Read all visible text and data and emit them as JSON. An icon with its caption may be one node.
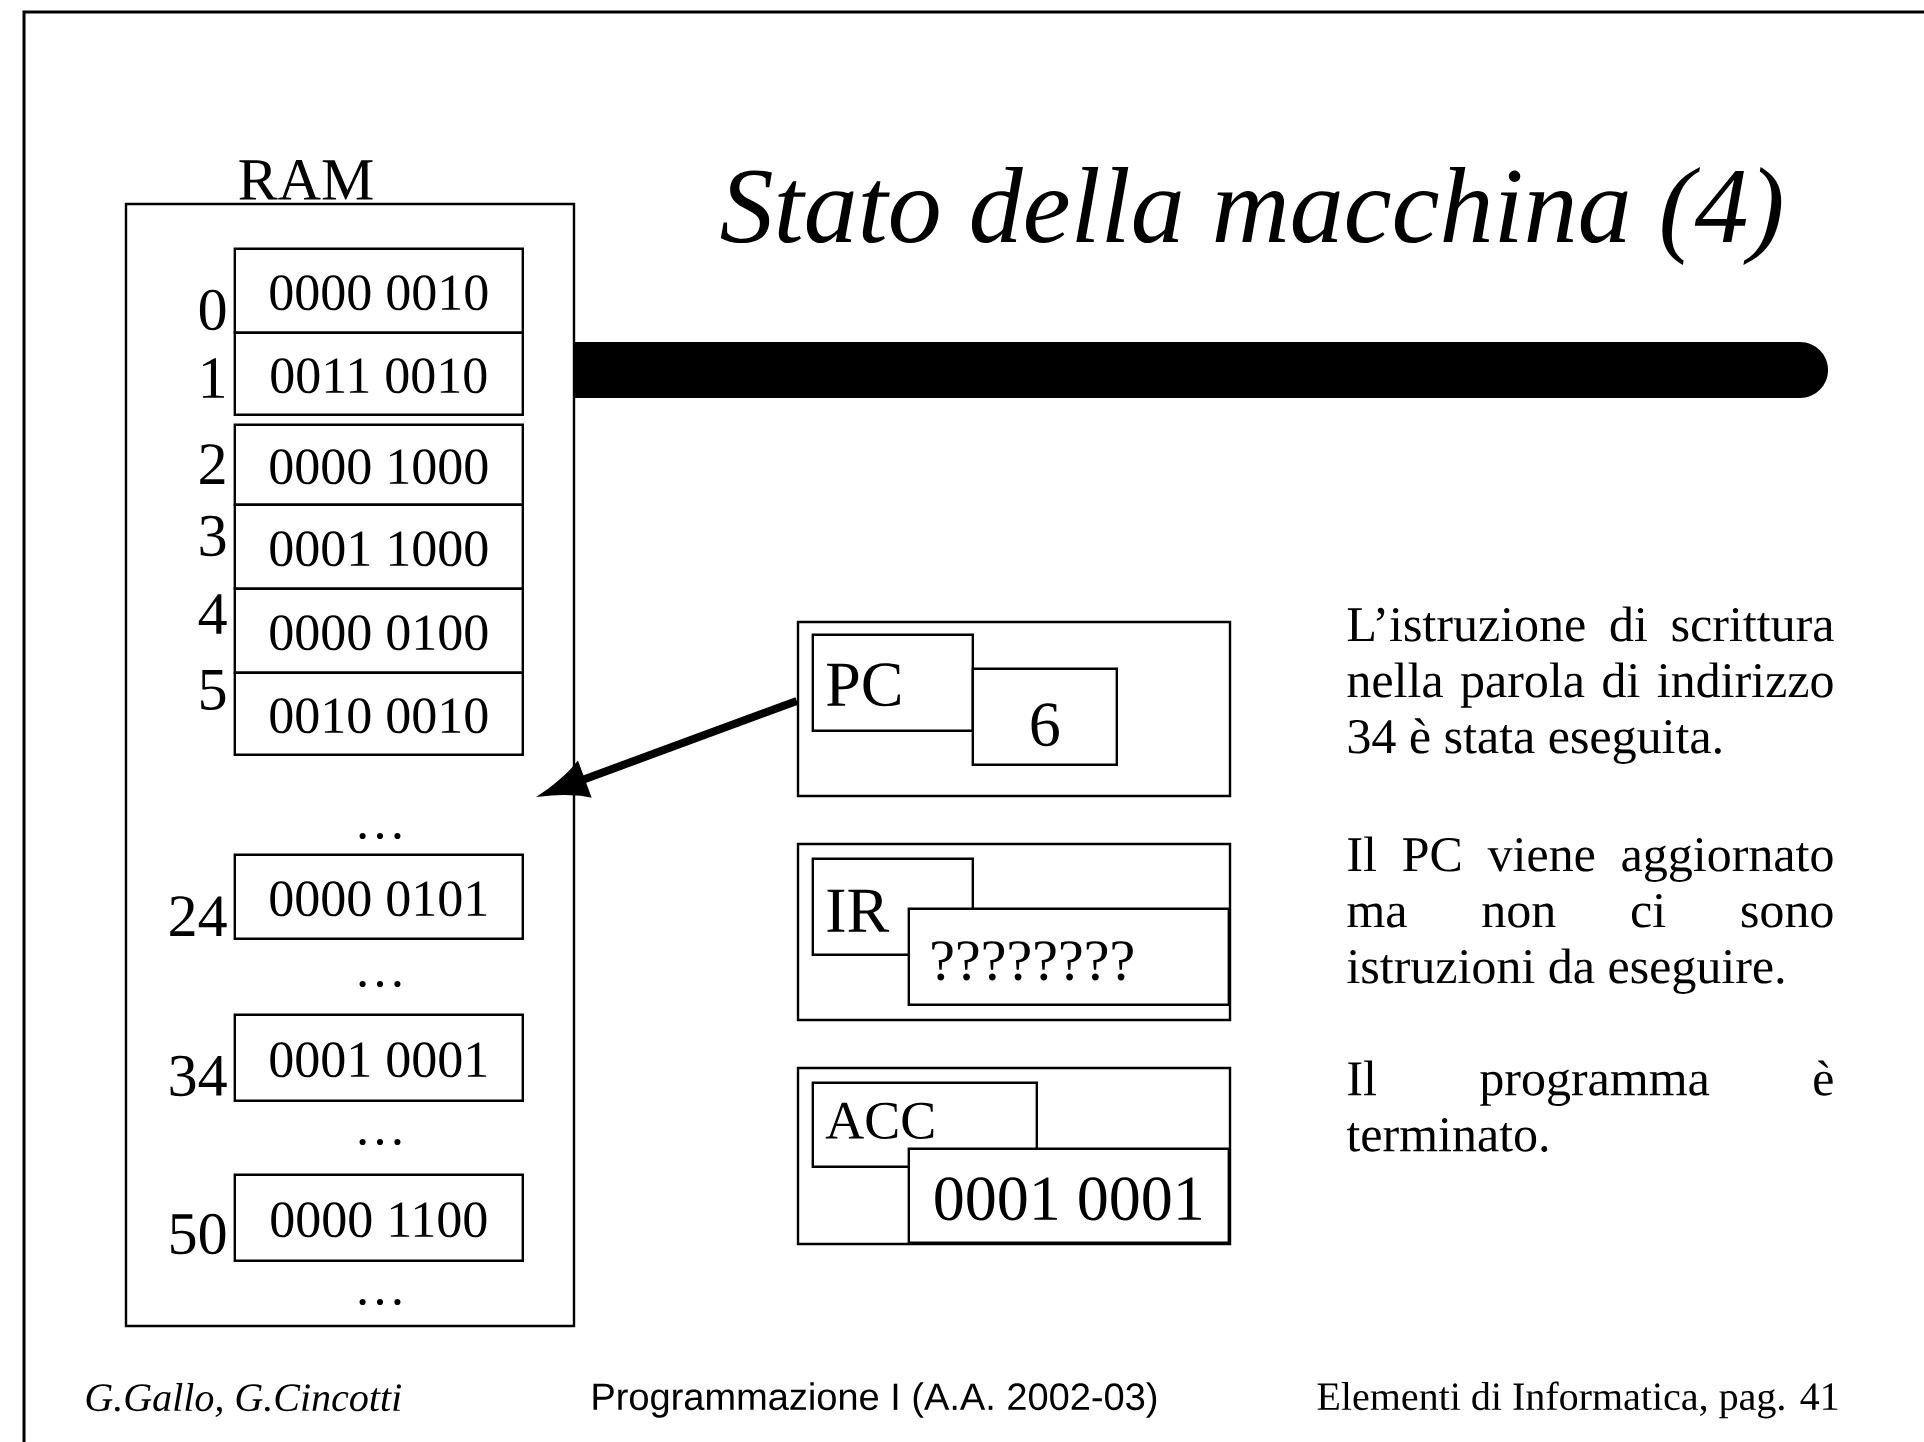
{
  "diagram": {
    "title": "Stato della macchina (4)",
    "nodes": [
      {
        "text": [
          "RAM"
        ]
      },
      {
        "text": [
          "0000 0010"
        ],
        "beside": [
          "0"
        ],
        "in": 0
      },
      {
        "text": [
          "0011 0010"
        ],
        "beside": [
          "1"
        ],
        "in": 0
      },
      {
        "text": [
          "0000 1000"
        ],
        "beside": [
          "2"
        ],
        "in": 0
      },
      {
        "text": [
          "0001 1000"
        ],
        "beside": [
          "3"
        ],
        "in": 0
      },
      {
        "text": [
          "0000 0100"
        ],
        "beside": [
          "4"
        ],
        "in": 0
      },
      {
        "text": [
          "0010 0010"
        ],
        "beside": [
          "5"
        ],
        "in": 0
      },
      {
        "text": [
          "0000 0101"
        ],
        "beside": [
          "24"
        ],
        "in": 0
      },
      {
        "text": [
          "0001 0001"
        ],
        "beside": [
          "34"
        ],
        "in": 0
      },
      {
        "text": [
          "0000 1100"
        ],
        "beside": [
          "50"
        ],
        "in": 0
      },
      {
        "text": [],
        "shape": "box"
      },
      {
        "text": [
          "PC"
        ],
        "in": 10
      },
      {
        "text": [
          "6"
        ],
        "in": 10
      },
      {
        "text": [],
        "shape": "box"
      },
      {
        "text": [
          "IR"
        ],
        "in": 13
      },
      {
        "text": [
          "????????"
        ],
        "in": 13
      },
      {
        "text": [],
        "shape": "box"
      },
      {
        "text": [
          "ACC"
        ],
        "in": 16
      },
      {
        "text": [
          "0001 0001"
        ],
        "in": 16
      }
    ],
    "edges": [
      {
        "from": 10,
        "to": 0,
        "arrow": "to"
      }
    ],
    "labels": [
      "…",
      "…",
      "…",
      "…",
      "L’istruzione di scrittura nella parola di indirizzo 34 è stata eseguita.",
      "Il PC viene aggiornato ma non ci sono istruzioni da eseguire.",
      "Il programma è terminato.",
      "G.Gallo, G.Cincotti",
      "Programmazione I (A.A. 2002-03)",
      "Elementi di Informatica, pag. 41"
    ]
  }
}
